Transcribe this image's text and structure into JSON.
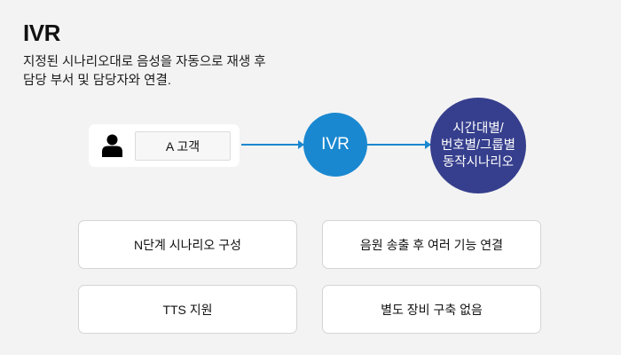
{
  "header": {
    "title": "IVR",
    "description_lines": [
      "지정된 시나리오대로 음성을 자동으로 재생 후",
      "담당 부서 및 담당자와 연결."
    ]
  },
  "flow": {
    "customer": {
      "icon": "person-icon",
      "label": "A 고객"
    },
    "ivr": {
      "label": "IVR"
    },
    "scenario": {
      "lines": [
        "시간대별/",
        "번호별/그룹별",
        "동작시나리오"
      ]
    }
  },
  "features": [
    {
      "label": "N단계 시나리오 구성"
    },
    {
      "label": "음원 송출 후 여러 기능 연결"
    },
    {
      "label": "TTS 지원"
    },
    {
      "label": "별도 장비 구축 없음"
    }
  ],
  "colors": {
    "background": "#f3f3f3",
    "ivr": "#1a88d0",
    "scenario": "#363f8d",
    "arrow": "#1a88d0"
  }
}
